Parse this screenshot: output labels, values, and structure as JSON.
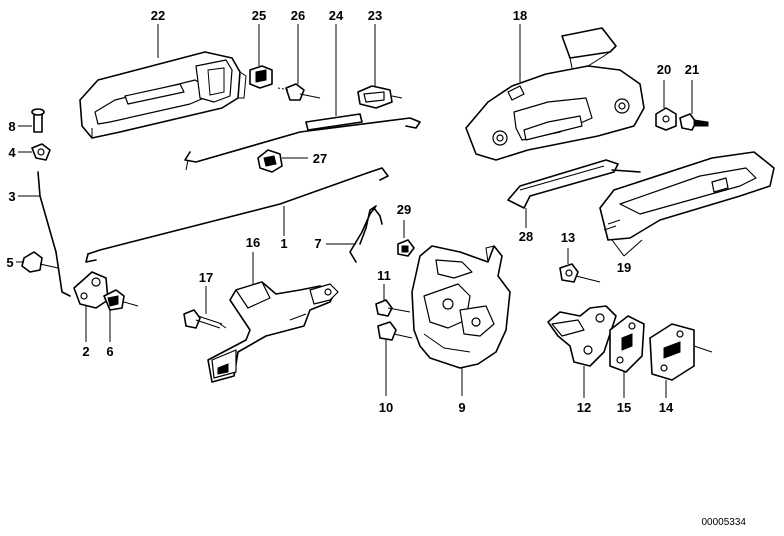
{
  "callouts": {
    "c1": "1",
    "c2": "2",
    "c3": "3",
    "c4": "4",
    "c5": "5",
    "c6": "6",
    "c7": "7",
    "c8": "8",
    "c9": "9",
    "c10": "10",
    "c11": "11",
    "c12": "12",
    "c13": "13",
    "c14": "14",
    "c15": "15",
    "c16": "16",
    "c17": "17",
    "c18": "18",
    "c19": "19",
    "c20": "20",
    "c21": "21",
    "c22": "22",
    "c23": "23",
    "c24": "24",
    "c25": "25",
    "c26": "26",
    "c27": "27",
    "c28": "28",
    "c29": "29"
  },
  "document_number": "00005334"
}
